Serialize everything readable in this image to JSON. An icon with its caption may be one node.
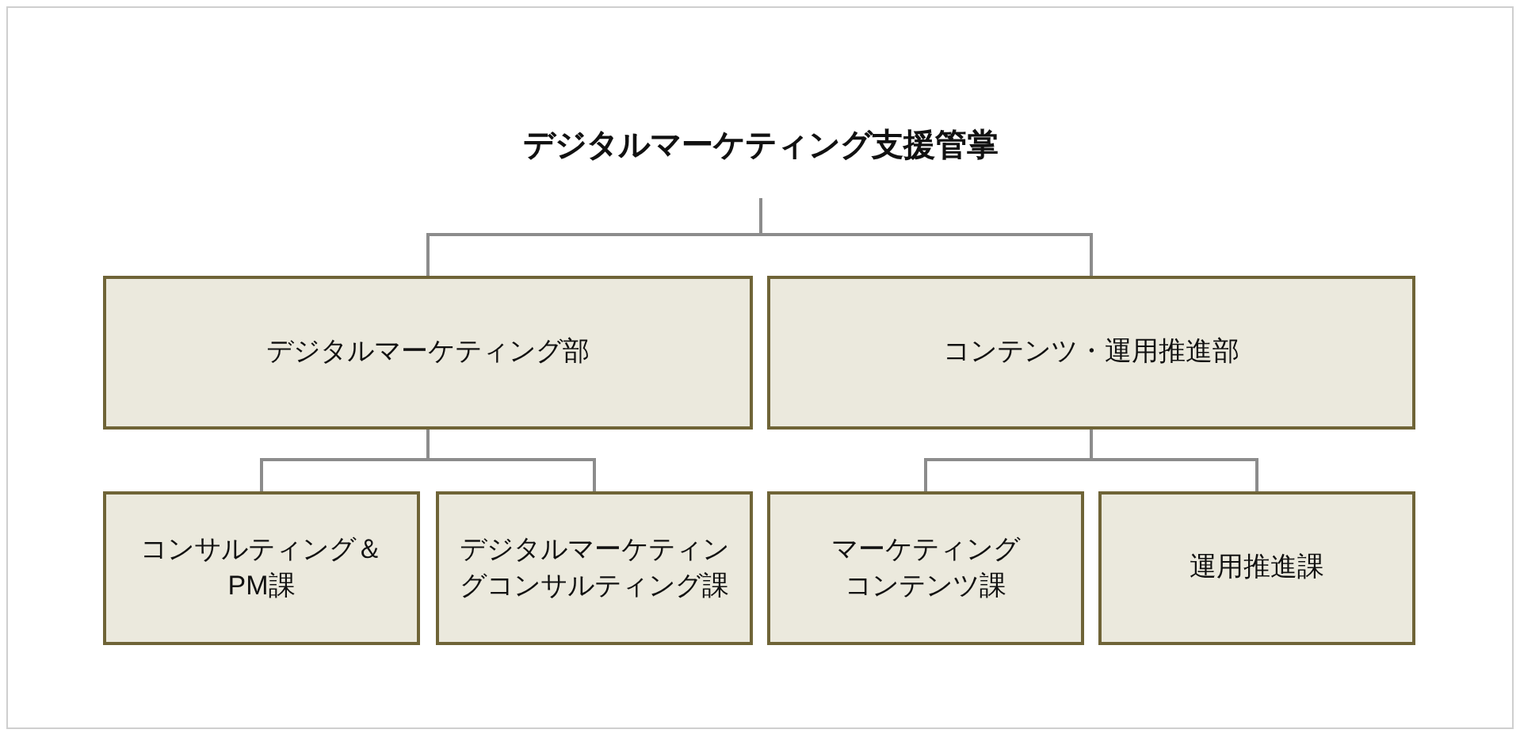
{
  "diagram": {
    "nodes": [
      {
        "text": [
          "デジタルマーケティング支援管掌"
        ]
      },
      {
        "text": [
          "デジタルマーケティング部"
        ]
      },
      {
        "text": [
          "コンテンツ・運用推進部"
        ]
      },
      {
        "text": [
          "コンサルティング＆PM課"
        ]
      },
      {
        "text": [
          "デジタルマーケティングコンサルティング課"
        ]
      },
      {
        "text": [
          "マーケティングコンテンツ課"
        ]
      },
      {
        "text": [
          "運用推進課"
        ]
      }
    ],
    "edges": [
      {
        "from": 0,
        "to": 1,
        "arrow": "none"
      },
      {
        "from": 0,
        "to": 2,
        "arrow": "none"
      },
      {
        "from": 1,
        "to": 3,
        "arrow": "none"
      },
      {
        "from": 1,
        "to": 4,
        "arrow": "none"
      },
      {
        "from": 2,
        "to": 5,
        "arrow": "none"
      },
      {
        "from": 2,
        "to": 6,
        "arrow": "none"
      }
    ]
  }
}
